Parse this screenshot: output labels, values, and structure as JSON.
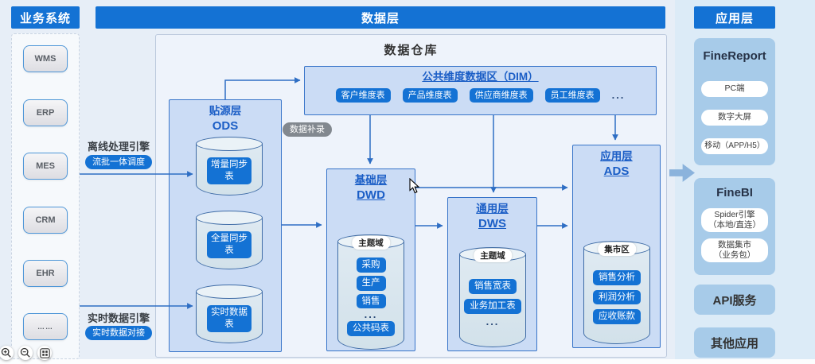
{
  "headers": {
    "business": "业务系统",
    "data": "数据层",
    "application": "应用层"
  },
  "business_systems": {
    "items": [
      "WMS",
      "ERP",
      "MES",
      "CRM",
      "EHR",
      "……"
    ]
  },
  "engines": {
    "offline": {
      "label": "离线处理引擎",
      "badge": "流批一体调度"
    },
    "realtime": {
      "label": "实时数据引擎",
      "badge": "实时数据对接"
    }
  },
  "warehouse": {
    "title": "数据仓库",
    "patch_badge": "数据补录",
    "dim": {
      "title": "公共维度数据区（DIM）",
      "tables": [
        "客户维度表",
        "产品维度表",
        "供应商维度表",
        "员工维度表"
      ],
      "more": "..."
    },
    "ods": {
      "title": "贴源层",
      "code": "ODS",
      "tables": [
        "增量同步表",
        "全量同步表",
        "实时数据表"
      ]
    },
    "dwd": {
      "title": "基础层",
      "code": "DWD",
      "zone": "主题域",
      "tables": [
        "采购",
        "生产",
        "销售"
      ],
      "more": "...",
      "last": "公共码表"
    },
    "dws": {
      "title": "通用层",
      "code": "DWS",
      "zone": "主题域",
      "tables": [
        "销售宽表",
        "业务加工表"
      ],
      "more": "..."
    },
    "ads": {
      "title": "应用层",
      "code": "ADS",
      "zone": "集市区",
      "tables": [
        "销售分析",
        "利润分析",
        "应收账款"
      ]
    }
  },
  "applications": {
    "finereport": {
      "title": "FineReport",
      "pills": [
        "PC端",
        "数字大屏",
        "移动（APP/H5）"
      ]
    },
    "finebi": {
      "title": "FineBI",
      "pills": [
        [
          "Spider引擎",
          "（本地/直连）"
        ],
        [
          "数据集市",
          "（业务包）"
        ]
      ]
    },
    "api": {
      "title": "API服务"
    },
    "other": {
      "title": "其他应用"
    }
  },
  "colors": {
    "header_blue": "#1472d4",
    "connector_blue": "#2e6ec4",
    "chip_blue": "#1472d4",
    "node_fill": "#cbdcf5",
    "node_border": "#3874c9",
    "gray_badge": "#82888f",
    "card_blue": "#a7cbe9",
    "cylinder_fill": "#d9e6ee"
  }
}
